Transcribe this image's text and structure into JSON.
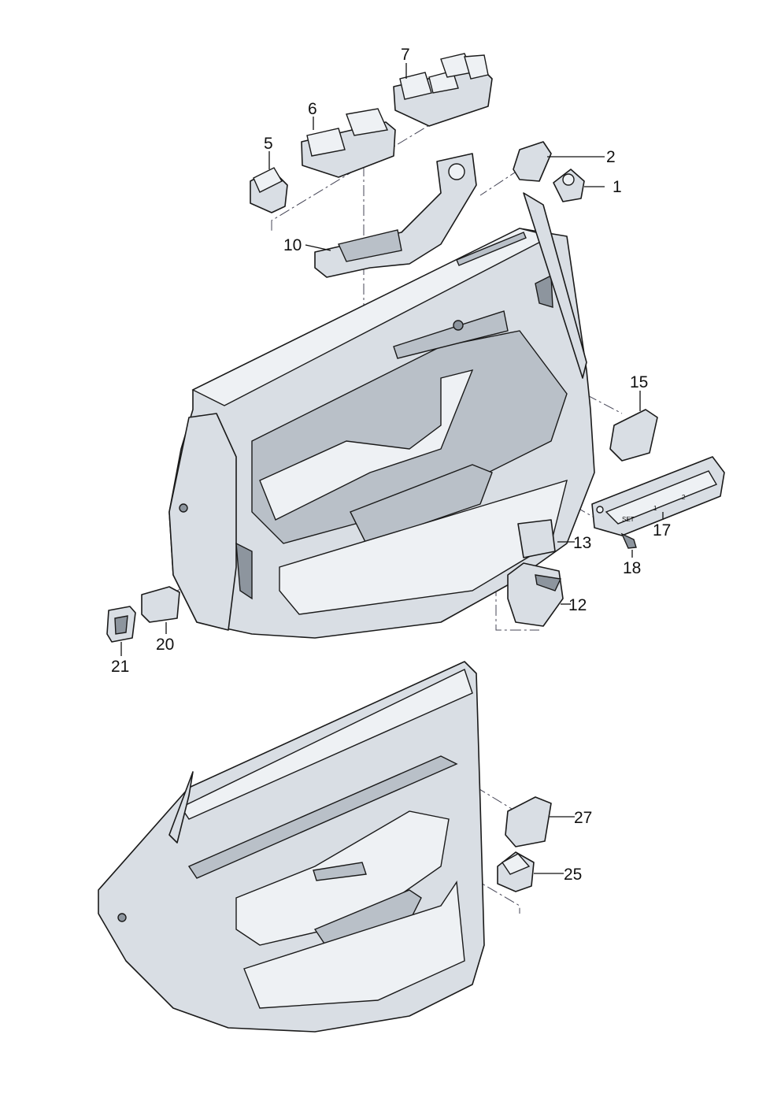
{
  "diagram": {
    "type": "exploded parts diagram",
    "callouts": [
      "1",
      "2",
      "5",
      "6",
      "7",
      "10",
      "12",
      "13",
      "15",
      "17",
      "18",
      "20",
      "21",
      "25",
      "27"
    ],
    "switch_17_markings": [
      "SET",
      "1",
      "2"
    ]
  }
}
